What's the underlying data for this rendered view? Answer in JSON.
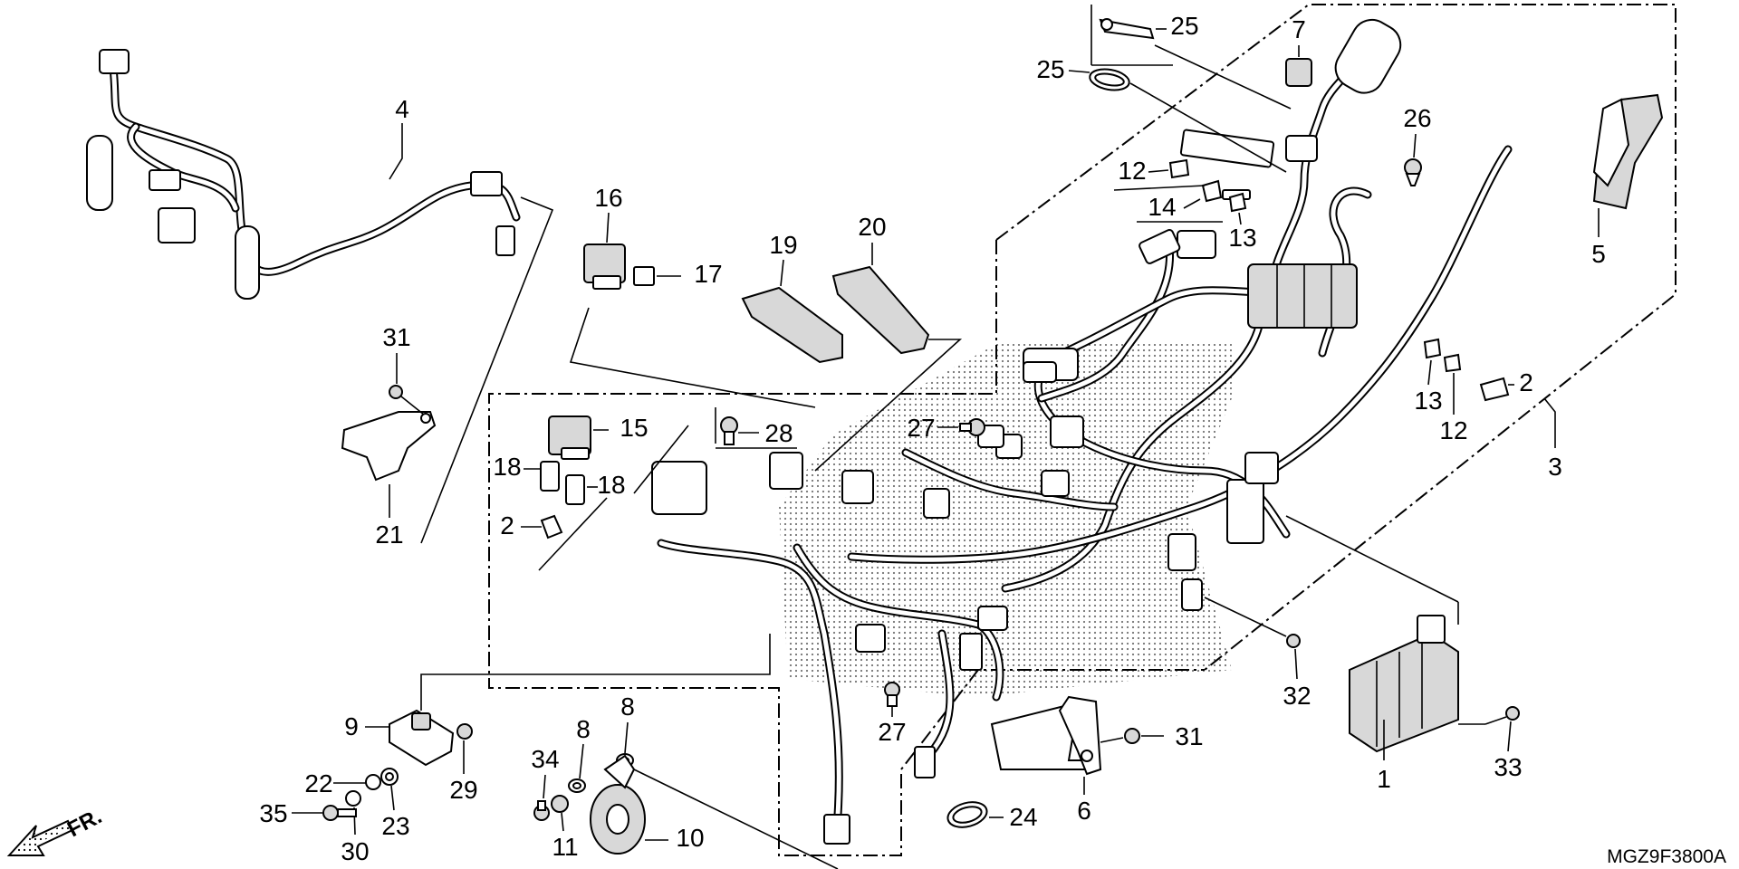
{
  "diagram_code": "MGZ9F3800A",
  "direction_label": "FR.",
  "callouts": [
    {
      "id": "c1",
      "text": "1"
    },
    {
      "id": "c2a",
      "text": "2"
    },
    {
      "id": "c2b",
      "text": "2"
    },
    {
      "id": "c3",
      "text": "3"
    },
    {
      "id": "c4",
      "text": "4"
    },
    {
      "id": "c5",
      "text": "5"
    },
    {
      "id": "c6",
      "text": "6"
    },
    {
      "id": "c7",
      "text": "7"
    },
    {
      "id": "c8a",
      "text": "8"
    },
    {
      "id": "c8b",
      "text": "8"
    },
    {
      "id": "c9",
      "text": "9"
    },
    {
      "id": "c10",
      "text": "10"
    },
    {
      "id": "c11",
      "text": "11"
    },
    {
      "id": "c12a",
      "text": "12"
    },
    {
      "id": "c12b",
      "text": "12"
    },
    {
      "id": "c13a",
      "text": "13"
    },
    {
      "id": "c13b",
      "text": "13"
    },
    {
      "id": "c14",
      "text": "14"
    },
    {
      "id": "c15",
      "text": "15"
    },
    {
      "id": "c16",
      "text": "16"
    },
    {
      "id": "c17",
      "text": "17"
    },
    {
      "id": "c18a",
      "text": "18"
    },
    {
      "id": "c18b",
      "text": "18"
    },
    {
      "id": "c19",
      "text": "19"
    },
    {
      "id": "c20",
      "text": "20"
    },
    {
      "id": "c21",
      "text": "21"
    },
    {
      "id": "c22",
      "text": "22"
    },
    {
      "id": "c23",
      "text": "23"
    },
    {
      "id": "c24",
      "text": "24"
    },
    {
      "id": "c25a",
      "text": "25"
    },
    {
      "id": "c25b",
      "text": "25"
    },
    {
      "id": "c26",
      "text": "26"
    },
    {
      "id": "c27a",
      "text": "27"
    },
    {
      "id": "c27b",
      "text": "27"
    },
    {
      "id": "c28",
      "text": "28"
    },
    {
      "id": "c29",
      "text": "29"
    },
    {
      "id": "c30",
      "text": "30"
    },
    {
      "id": "c31a",
      "text": "31"
    },
    {
      "id": "c31b",
      "text": "31"
    },
    {
      "id": "c32",
      "text": "32"
    },
    {
      "id": "c33",
      "text": "33"
    },
    {
      "id": "c34",
      "text": "34"
    },
    {
      "id": "c35",
      "text": "35"
    }
  ]
}
